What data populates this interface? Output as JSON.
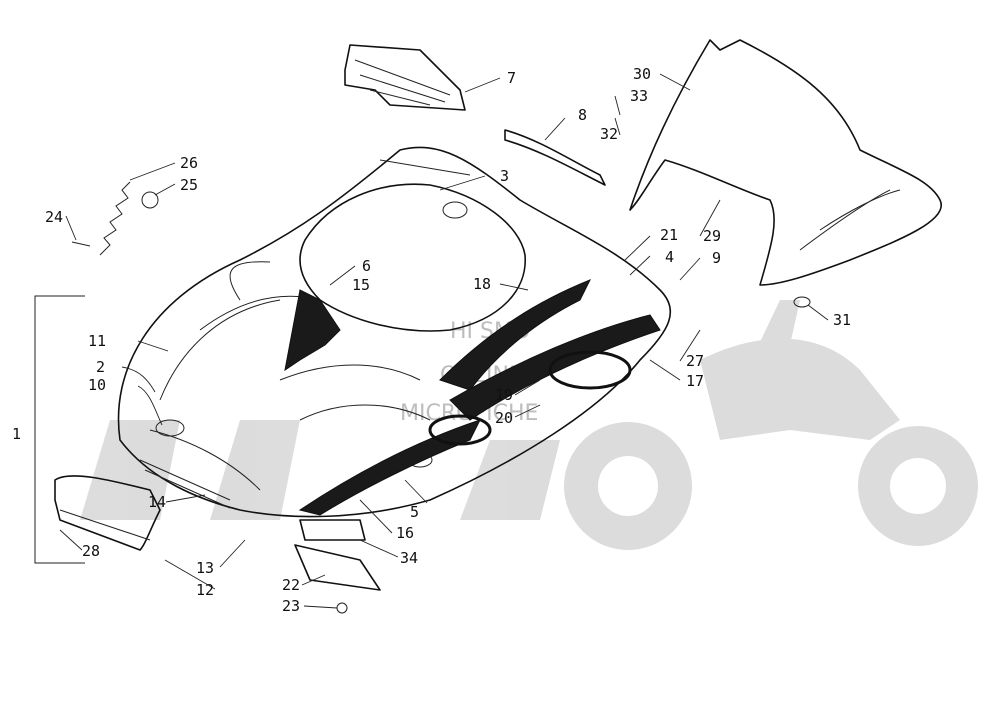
{
  "watermark": {
    "line1": "HI SMO",
    "line2": "ONLINE",
    "line3": "MICROFICHE"
  },
  "callouts": {
    "c1": "1",
    "c2": "2",
    "c3": "3",
    "c4": "4",
    "c5": "5",
    "c6": "6",
    "c7": "7",
    "c8": "8",
    "c9": "9",
    "c10": "10",
    "c11": "11",
    "c12": "12",
    "c13": "13",
    "c14": "14",
    "c15": "15",
    "c16": "16",
    "c17": "17",
    "c18": "18",
    "c19": "19",
    "c20": "20",
    "c21": "21",
    "c22": "22",
    "c23": "23",
    "c24": "24",
    "c25": "25",
    "c26": "26",
    "c27": "27",
    "c28": "28",
    "c29": "29",
    "c30": "30",
    "c31": "31",
    "c32": "32",
    "c33": "33",
    "c34": "34"
  },
  "colors": {
    "ink": "#111111",
    "watermark": "#bdbdbd",
    "decal": "#1a1a1a"
  }
}
